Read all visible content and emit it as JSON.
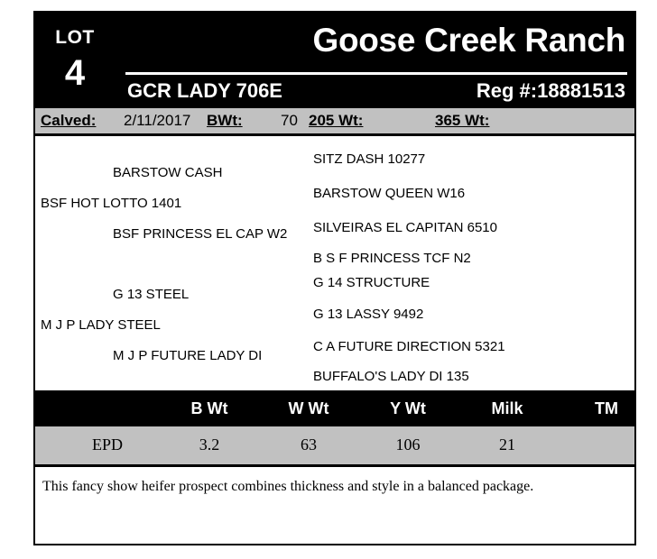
{
  "header": {
    "lot_word": "LOT",
    "lot_number": "4",
    "ranch_name": "Goose Creek Ranch",
    "animal_name": "GCR LADY 706E",
    "reg_number": "Reg #:18881513"
  },
  "stats": {
    "calved_label": "Calved:",
    "calved_value": "2/11/2017",
    "bwt_label": "BWt:",
    "bwt_value": "70",
    "wt205_label": "205 Wt:",
    "wt205_value": "",
    "wt365_label": "365 Wt:",
    "wt365_value": ""
  },
  "pedigree": {
    "sire_sire": "BARSTOW CASH",
    "sire": "BSF HOT LOTTO 1401",
    "sire_dam": "BSF PRINCESS EL CAP W2",
    "dam_sire": "G 13 STEEL",
    "dam": "M J P LADY STEEL",
    "dam_dam": "M J P FUTURE LADY DI",
    "grandparents": [
      "SITZ DASH 10277",
      "BARSTOW QUEEN W16",
      "SILVEIRAS EL CAPITAN 6510",
      "B S F PRINCESS TCF N2",
      "G 14 STRUCTURE",
      "G 13 LASSY 9492",
      "C A FUTURE DIRECTION 5321",
      "BUFFALO'S LADY DI 135"
    ]
  },
  "epd_table": {
    "row_label": "EPD",
    "columns": [
      "B Wt",
      "W Wt",
      "Y Wt",
      "Milk",
      "TM"
    ],
    "values": [
      "3.2",
      "63",
      "106",
      "21",
      ""
    ]
  },
  "footnote": {
    "text": "This fancy show heifer prospect combines thickness and style in a balanced package."
  },
  "colors": {
    "header_bg": "#000000",
    "band_gray": "#c1c1c1",
    "text_light": "#ffffff",
    "text_dark": "#000000"
  }
}
